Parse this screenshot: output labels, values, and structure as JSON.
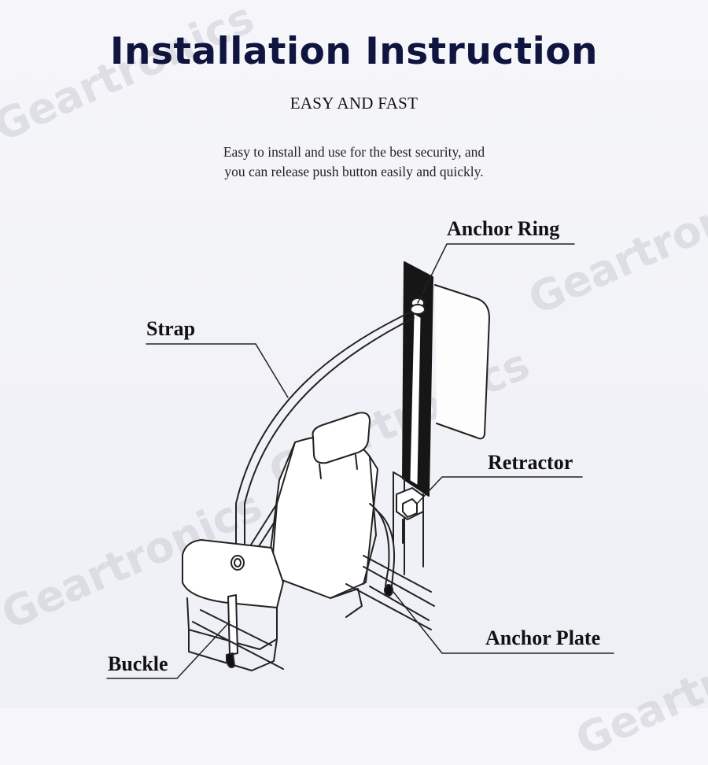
{
  "header": {
    "title": "Installation Instruction",
    "subtitle": "EASY AND FAST",
    "description_lines": [
      "Easy to install and use for the best security, and",
      "you can release push button easily and quickly."
    ]
  },
  "labels": {
    "anchor_ring": "Anchor Ring",
    "strap": "Strap",
    "retractor": "Retractor",
    "anchor_plate": "Anchor Plate",
    "buckle": "Buckle"
  },
  "watermark": "Geartronics",
  "colors": {
    "title": "#101540",
    "line": "#222222",
    "background": "#f4f5f9"
  }
}
